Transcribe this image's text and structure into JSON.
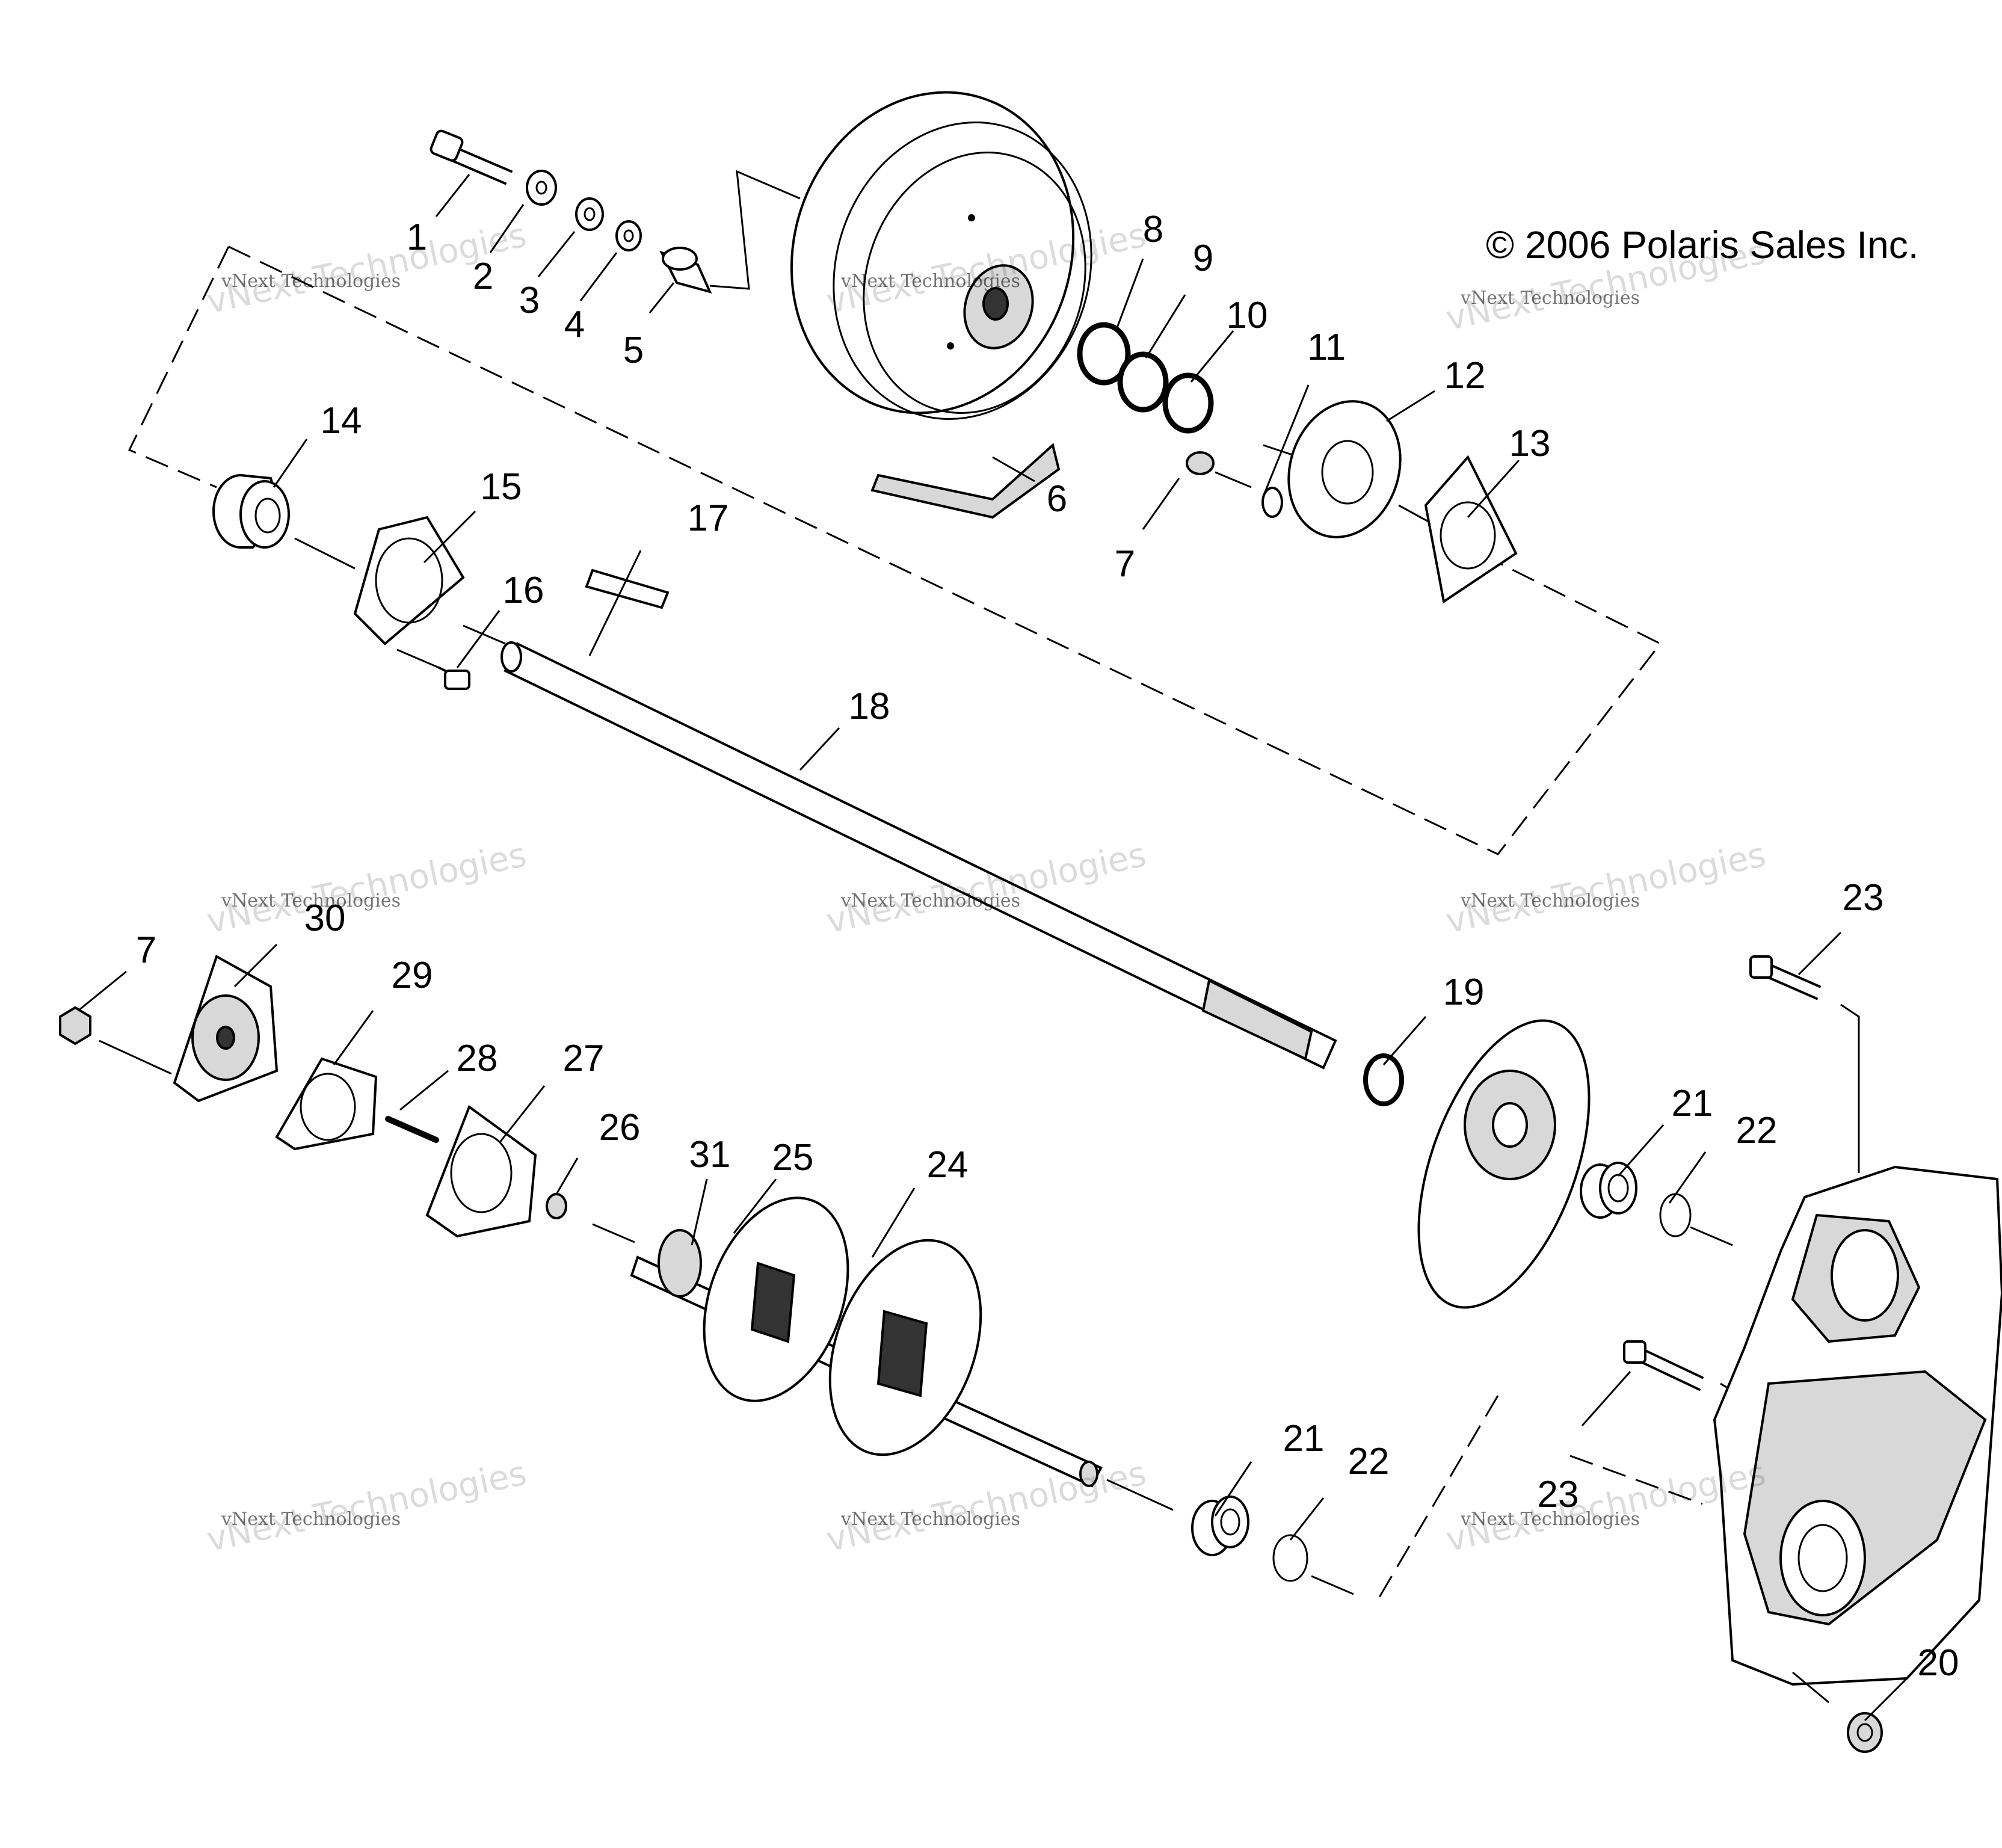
{
  "diagram": {
    "copyright": "© 2006 Polaris Sales Inc.",
    "watermark_small": "vNext Technologies",
    "watermark_big": "vNext Technologies",
    "callouts": [
      {
        "id": "c1",
        "text": "1"
      },
      {
        "id": "c2",
        "text": "2"
      },
      {
        "id": "c3",
        "text": "3"
      },
      {
        "id": "c4",
        "text": "4"
      },
      {
        "id": "c5",
        "text": "5"
      },
      {
        "id": "c6",
        "text": "6"
      },
      {
        "id": "c7a",
        "text": "7"
      },
      {
        "id": "c8",
        "text": "8"
      },
      {
        "id": "c9",
        "text": "9"
      },
      {
        "id": "c10",
        "text": "10"
      },
      {
        "id": "c11",
        "text": "11"
      },
      {
        "id": "c12",
        "text": "12"
      },
      {
        "id": "c13",
        "text": "13"
      },
      {
        "id": "c14",
        "text": "14"
      },
      {
        "id": "c15",
        "text": "15"
      },
      {
        "id": "c16",
        "text": "16"
      },
      {
        "id": "c17",
        "text": "17"
      },
      {
        "id": "c18",
        "text": "18"
      },
      {
        "id": "c19",
        "text": "19"
      },
      {
        "id": "c20",
        "text": "20"
      },
      {
        "id": "c21a",
        "text": "21"
      },
      {
        "id": "c21b",
        "text": "21"
      },
      {
        "id": "c22a",
        "text": "22"
      },
      {
        "id": "c22b",
        "text": "22"
      },
      {
        "id": "c23a",
        "text": "23"
      },
      {
        "id": "c23b",
        "text": "23"
      },
      {
        "id": "c24",
        "text": "24"
      },
      {
        "id": "c25",
        "text": "25"
      },
      {
        "id": "c26",
        "text": "26"
      },
      {
        "id": "c27",
        "text": "27"
      },
      {
        "id": "c28",
        "text": "28"
      },
      {
        "id": "c29",
        "text": "29"
      },
      {
        "id": "c30",
        "text": "30"
      },
      {
        "id": "c31",
        "text": "31"
      },
      {
        "id": "c7b",
        "text": "7"
      }
    ]
  }
}
